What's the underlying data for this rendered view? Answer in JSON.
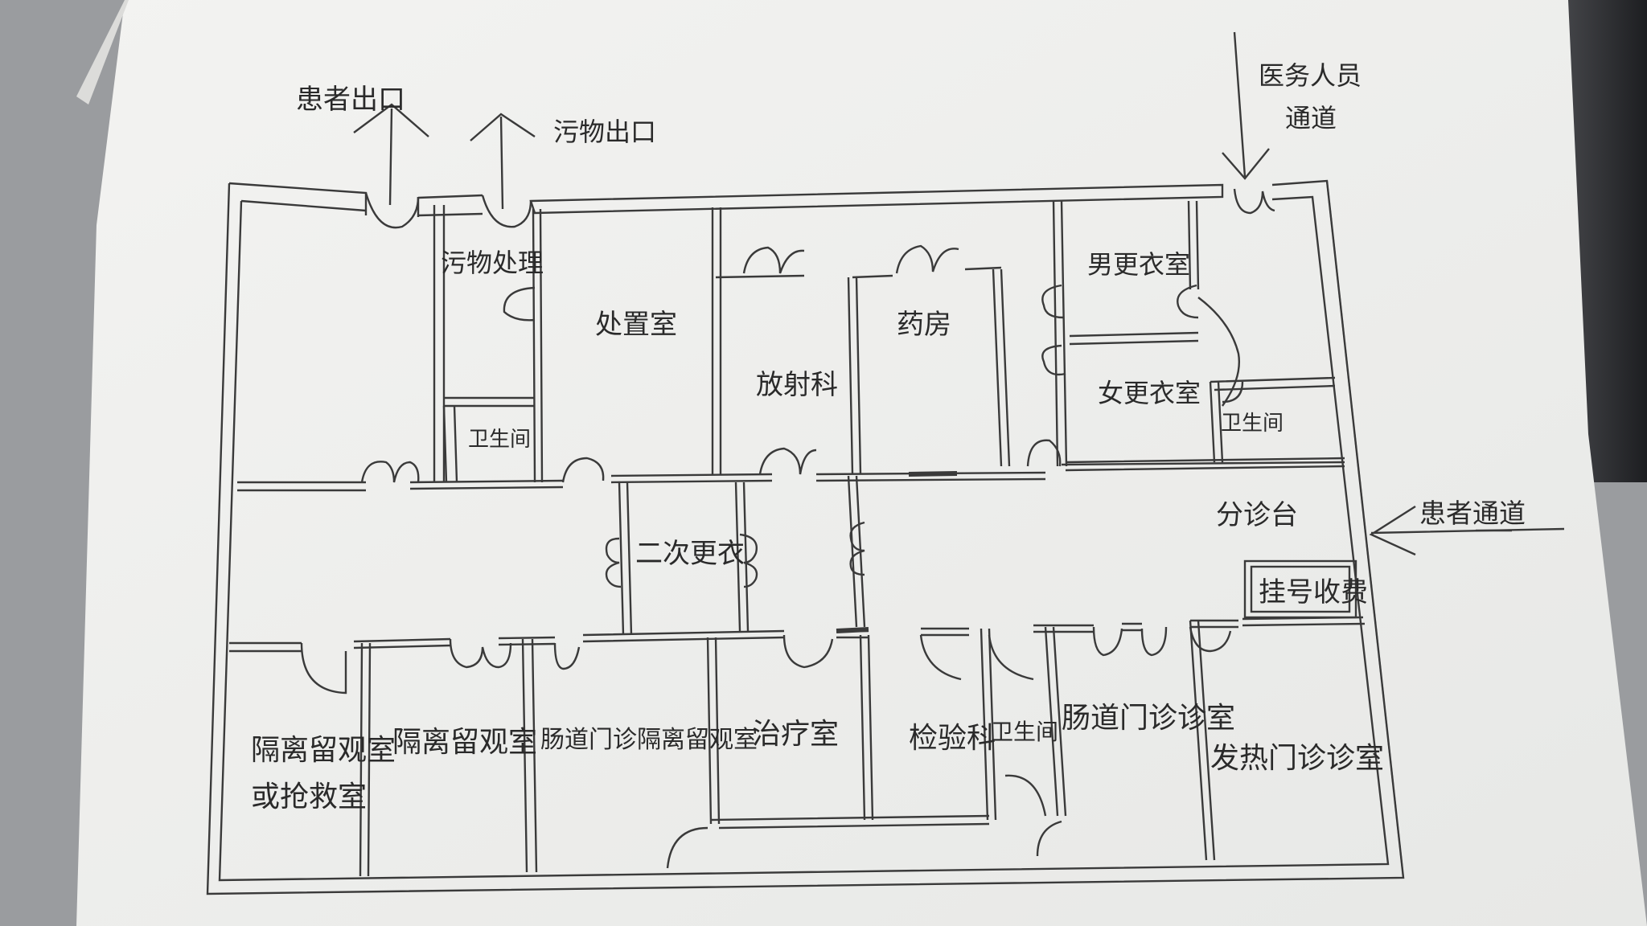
{
  "labels": {
    "patient_exit": "患者出口",
    "waste_exit": "污物出口",
    "staff_channel_1": "医务人员",
    "staff_channel_2": "通道",
    "patient_channel": "患者通道",
    "waste_treatment": "污物处理",
    "disposal_room": "处置室",
    "radiology": "放射科",
    "pharmacy": "药房",
    "male_changing": "男更衣室",
    "female_changing": "女更衣室",
    "toilet_left": "卫生间",
    "toilet_right": "卫生间",
    "toilet_bottom": "卫生间",
    "second_changing": "二次更衣",
    "triage_desk": "分诊台",
    "registration": "挂号收费",
    "isolation_or_rescue_1": "隔离留观室",
    "isolation_or_rescue_2": "或抢救室",
    "isolation_obs": "隔离留观室",
    "intestinal_isolation": "肠道门诊隔离留观室",
    "treatment_room": "治疗室",
    "laboratory": "检验科",
    "intestinal_clinic": "肠道门诊诊室",
    "fever_clinic": "发热门诊诊室"
  },
  "colors": {
    "paper": "#f1f1ef",
    "ink": "#3a3a3a",
    "background": "#8a8c8f"
  }
}
